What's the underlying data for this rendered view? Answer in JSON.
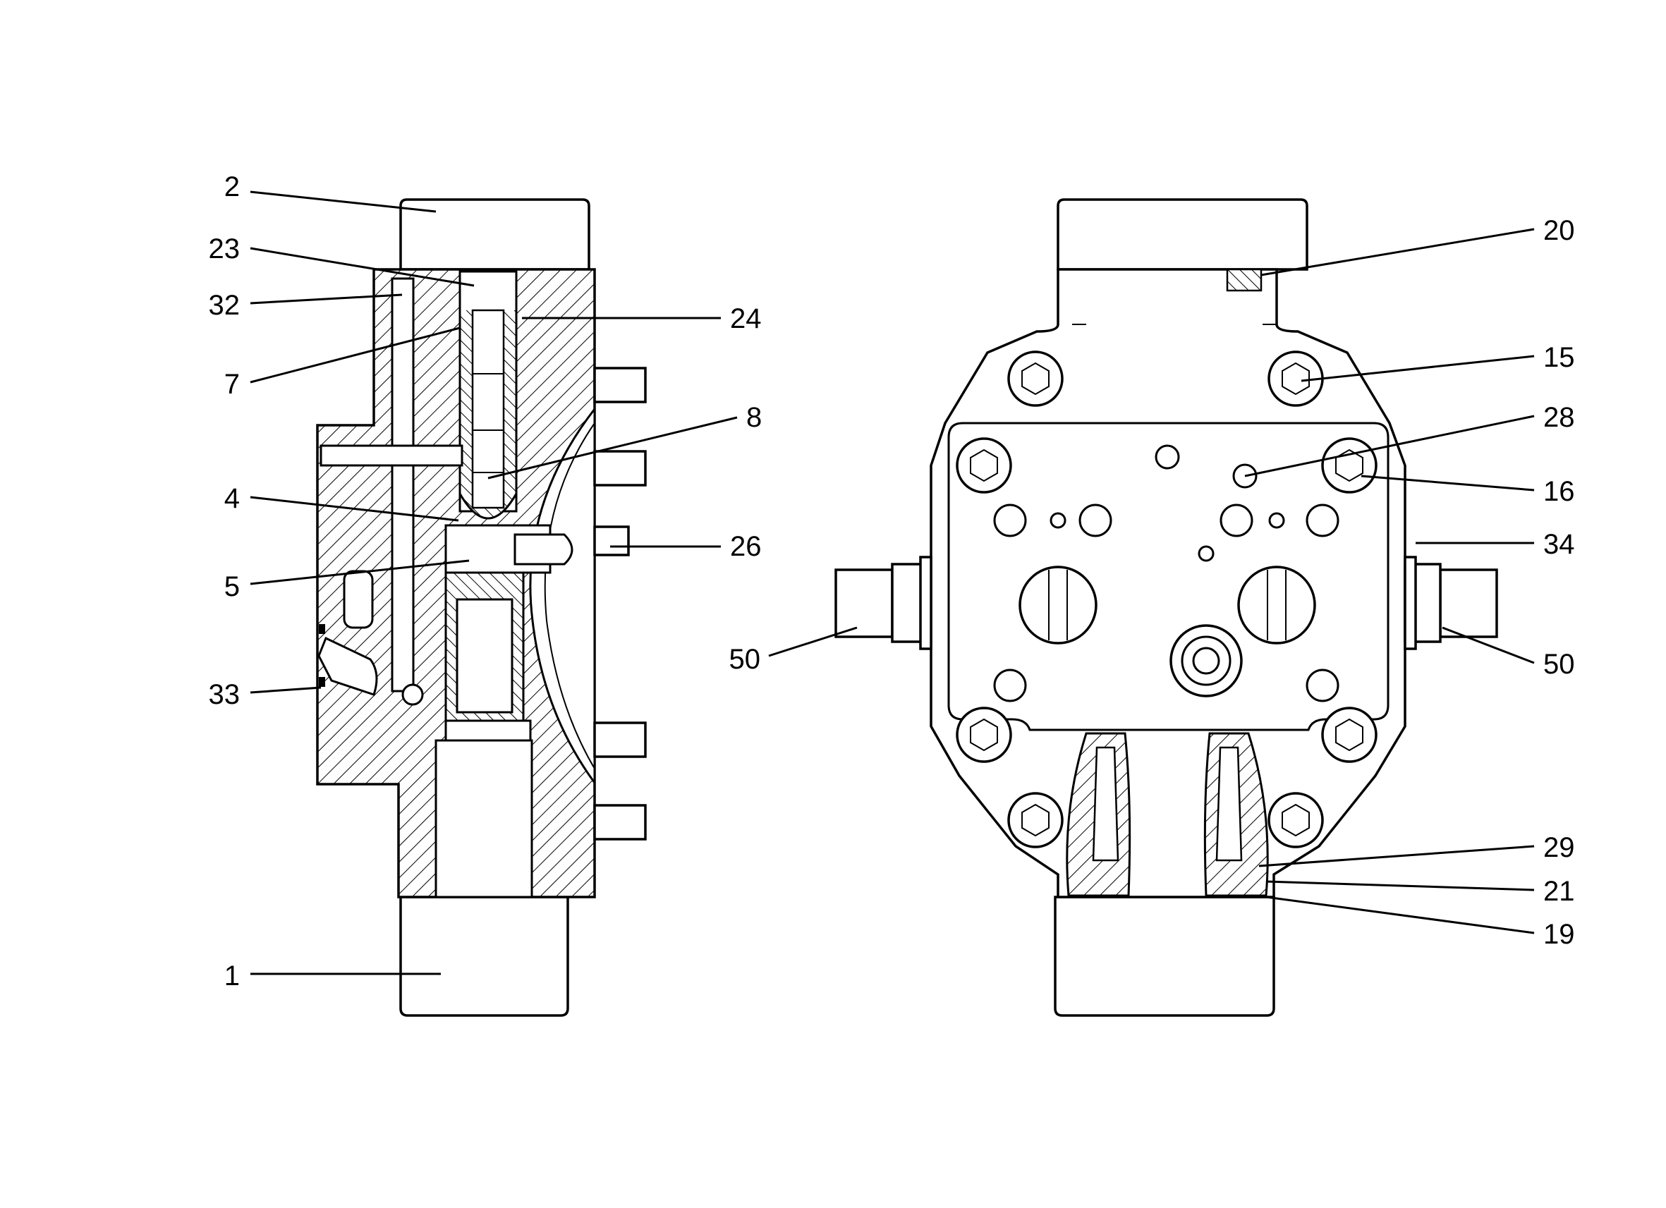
{
  "callouts": {
    "left": {
      "c2": "2",
      "c23": "23",
      "c32": "32",
      "c24": "24",
      "c7": "7",
      "c8": "8",
      "c4": "4",
      "c26": "26",
      "c5": "5",
      "c33": "33",
      "c1": "1"
    },
    "right": {
      "c20": "20",
      "c15": "15",
      "c28": "28",
      "c16": "16",
      "c34": "34",
      "c50a": "50",
      "c50b": "50",
      "c29": "29",
      "c21": "21",
      "c19": "19"
    }
  },
  "colors": {
    "line": "#000000",
    "background": "#ffffff"
  }
}
